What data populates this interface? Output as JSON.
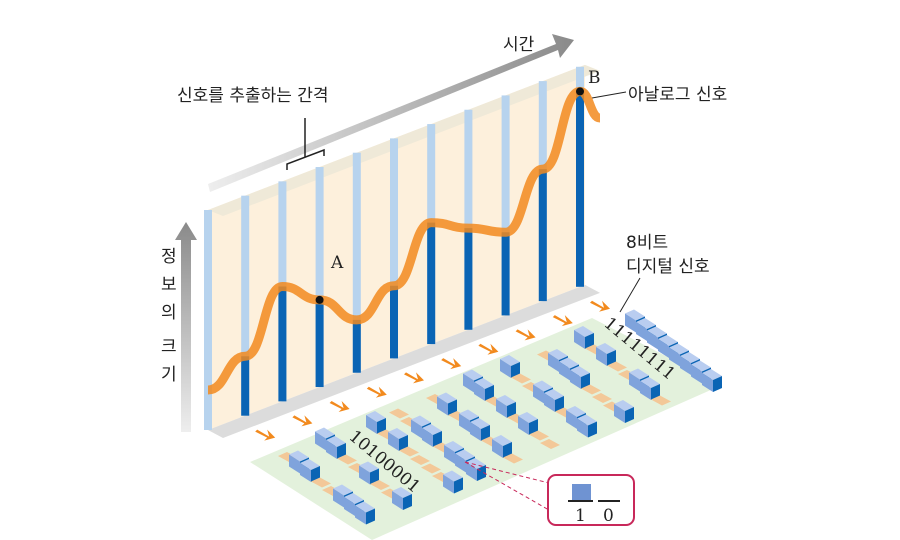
{
  "labels": {
    "time_axis": "시간",
    "sampling_interval": "신호를 추출하는 간격",
    "analog_signal": "아날로그 신호",
    "point_a": "A",
    "point_b": "B",
    "magnitude_axis_chars": [
      "정",
      "보",
      "의",
      "크",
      "기"
    ],
    "digital_line1": "8비트",
    "digital_line2": "디지털 신호",
    "bits_a": "10100001",
    "bits_b": "11111111",
    "legend_one": "1",
    "legend_zero": "0"
  },
  "samples": [
    0.45,
    0.87,
    0.66,
    0.4,
    0.55,
    0.92,
    0.77,
    0.63,
    1.0,
    1.48
  ],
  "colors": {
    "dark_blue": "#0a64b4",
    "light_blue": "#b7d3ee",
    "wall": "#fdf0dc",
    "orange": "#f28a1e",
    "green": "#e3f1dc",
    "tile": "#f3c898",
    "cube": "#7fa3dc",
    "callout": "#c8285a"
  }
}
